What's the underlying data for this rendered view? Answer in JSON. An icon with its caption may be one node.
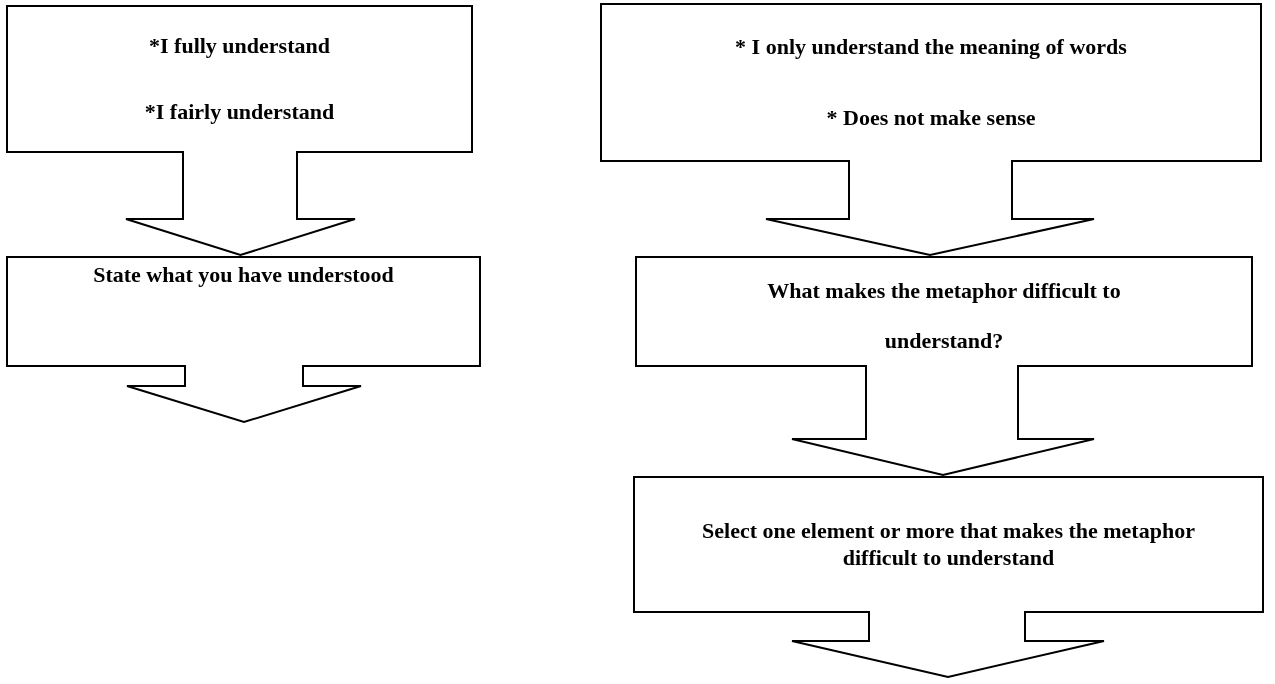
{
  "diagram": {
    "nodes": [
      {
        "text": [
          "*I fully understand",
          "*I fairly understand"
        ]
      },
      {
        "text": [
          "State what you have understood"
        ]
      },
      {
        "text": [
          "* I only understand the meaning of words",
          "* Does not make sense"
        ]
      },
      {
        "text": [
          "What makes the metaphor difficult to understand?"
        ]
      },
      {
        "text": [
          "Select one element or more that makes the metaphor difficult to understand"
        ]
      }
    ],
    "edges": [
      {
        "from": 0,
        "to": 1,
        "arrow": "to"
      },
      {
        "from": 1,
        "to": null,
        "arrow": "to"
      },
      {
        "from": 2,
        "to": 3,
        "arrow": "to"
      },
      {
        "from": 3,
        "to": 4,
        "arrow": "to"
      },
      {
        "from": 4,
        "to": null,
        "arrow": "to"
      }
    ]
  }
}
